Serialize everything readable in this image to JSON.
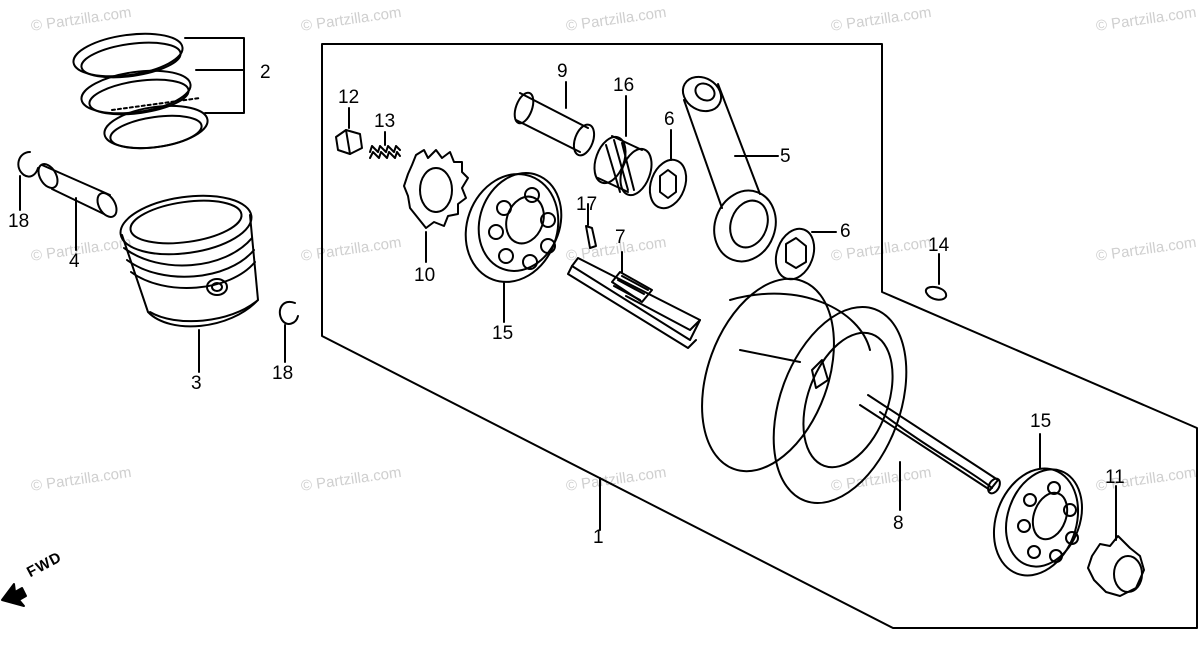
{
  "watermark": "© Partzilla.com",
  "fwd_label": "FWD",
  "callouts": {
    "c1": "1",
    "c2": "2",
    "c3": "3",
    "c4": "4",
    "c5": "5",
    "c6a": "6",
    "c6b": "6",
    "c7": "7",
    "c8": "8",
    "c9": "9",
    "c10": "10",
    "c11": "11",
    "c12": "12",
    "c13": "13",
    "c14": "14",
    "c15a": "15",
    "c15b": "15",
    "c16": "16",
    "c17": "17",
    "c18a": "18",
    "c18b": "18"
  },
  "colors": {
    "ink": "#000000",
    "watermark": "#cfcfcf",
    "background": "#ffffff"
  }
}
